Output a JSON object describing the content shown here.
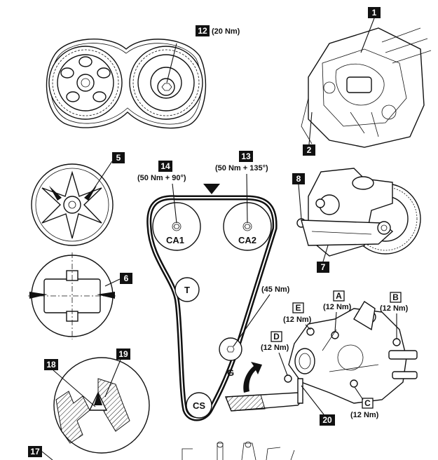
{
  "callouts": {
    "c1": "1",
    "c2": "2",
    "c5": "5",
    "c6": "6",
    "c7": "7",
    "c8": "8",
    "c12": "12",
    "c13": "13",
    "c14": "14",
    "c17": "17",
    "c18": "18",
    "c19": "19",
    "c20": "20",
    "cA": "A",
    "cB": "B",
    "cC": "C",
    "cD": "D",
    "cE": "E"
  },
  "torques": {
    "t12": "(20 Nm)",
    "t14": "(50 Nm + 90°)",
    "t13": "(50 Nm + 135°)",
    "t45": "(45 Nm)",
    "tA": "(12 Nm)",
    "tB": "(12 Nm)",
    "tC": "(12 Nm)",
    "tD": "(12 Nm)",
    "tE": "(12 Nm)"
  },
  "pulleys": {
    "ca1": "CA1",
    "ca2": "CA2",
    "t": "T",
    "g": "G",
    "cs": "CS"
  },
  "colors": {
    "ink": "#111111",
    "paper": "#ffffff"
  }
}
